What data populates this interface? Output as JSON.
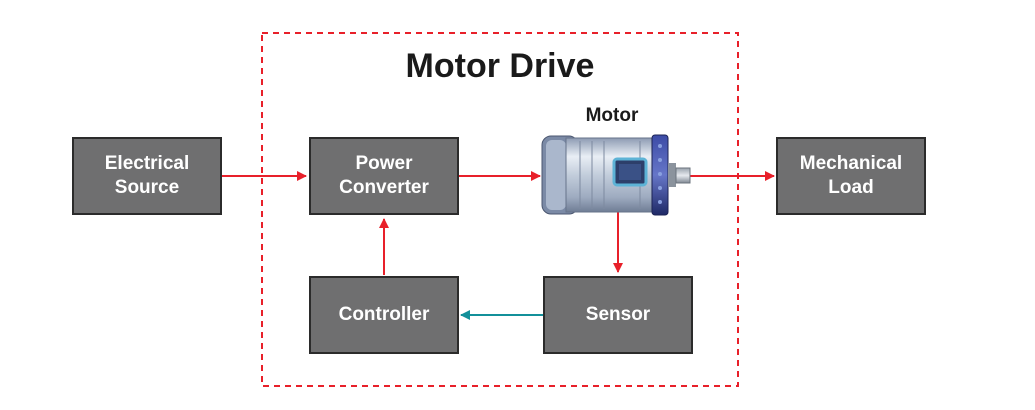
{
  "diagram": {
    "title": "Motor Drive",
    "motor_label": "Motor",
    "blocks": {
      "electrical_source": {
        "line1": "Electrical",
        "line2": "Source"
      },
      "power_converter": {
        "line1": "Power",
        "line2": "Converter"
      },
      "mechanical_load": {
        "line1": "Mechanical",
        "line2": "Load"
      },
      "controller": {
        "line1": "Controller"
      },
      "sensor": {
        "line1": "Sensor"
      }
    },
    "colors": {
      "block_fill": "#6f6f70",
      "block_border": "#2b2b2b",
      "block_text": "#ffffff",
      "power_arrow": "#e8202a",
      "feedback_arrow": "#13909a",
      "boundary": "#e8202a",
      "motor_body": "#b9c6d8",
      "motor_end_cap": "#2f3d8c"
    },
    "connections": [
      {
        "from": "electrical_source",
        "to": "power_converter",
        "color": "power_arrow"
      },
      {
        "from": "power_converter",
        "to": "motor",
        "color": "power_arrow"
      },
      {
        "from": "motor",
        "to": "mechanical_load",
        "color": "power_arrow"
      },
      {
        "from": "motor",
        "to": "sensor",
        "color": "power_arrow"
      },
      {
        "from": "sensor",
        "to": "controller",
        "color": "feedback_arrow"
      },
      {
        "from": "controller",
        "to": "power_converter",
        "color": "power_arrow"
      }
    ]
  }
}
